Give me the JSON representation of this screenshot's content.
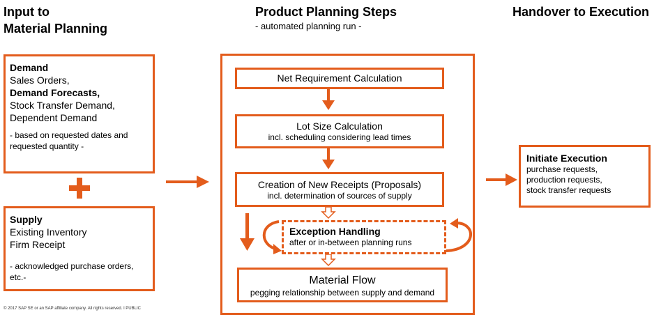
{
  "colors": {
    "accent": "#e35c1c"
  },
  "header_left": {
    "line1": "Input to",
    "line2": "Material Planning"
  },
  "header_center": {
    "title": "Product Planning Steps",
    "subtitle": "- automated planning run -"
  },
  "header_right": {
    "title": "Handover to Execution"
  },
  "demand": {
    "title": "Demand",
    "items": [
      "Sales Orders,",
      "Demand Forecasts,",
      "Stock Transfer Demand,",
      "Dependent Demand"
    ],
    "note1": "- based on requested dates and",
    "note2": "requested quantity  -"
  },
  "plus_symbol": "+",
  "supply": {
    "title": "Supply",
    "items": [
      "Existing Inventory",
      "Firm Receipt"
    ],
    "note1": "- acknowledged purchase orders,",
    "note2": "etc.-"
  },
  "steps": {
    "net_req": "Net Requirement Calculation",
    "lot_size": {
      "title": "Lot Size Calculation",
      "desc": "incl. scheduling considering lead times"
    },
    "receipts": {
      "title": "Creation of New Receipts (Proposals)",
      "desc": "incl. determination of sources of supply"
    },
    "exception": {
      "title": "Exception Handling",
      "desc": "after or in-between planning runs"
    },
    "material_flow": {
      "title": "Material Flow",
      "desc": "pegging relationship between supply and demand"
    }
  },
  "execution": {
    "title": "Initiate Execution",
    "items": [
      "purchase requests,",
      "production requests,",
      "stock transfer requests"
    ]
  },
  "footer": "© 2017 SAP SE or an SAP affiliate company. All rights reserved.  ǀ  PUBLIC"
}
